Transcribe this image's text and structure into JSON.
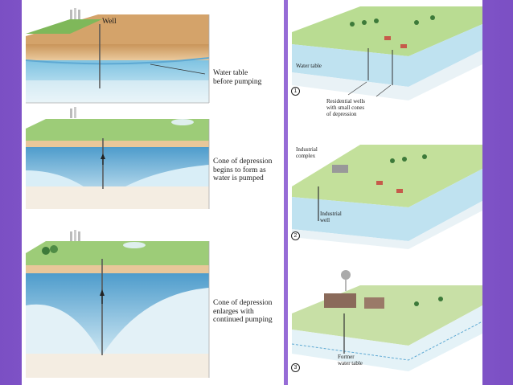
{
  "left": {
    "well_label": "Well",
    "captions": [
      "Water table\nbefore pumping",
      "Cone of depression\nbegins to form as\nwater is pumped",
      "Cone of depression\nenlarges with\ncontinued pumping"
    ]
  },
  "right": {
    "panel1": {
      "water_table_label": "Water table",
      "wells_label": "Residential wells\nwith small cones\nof depression",
      "number": "1"
    },
    "panel2": {
      "complex_label": "Industrial\ncomplex",
      "well_label": "Industrial\nwell",
      "number": "2"
    },
    "panel3": {
      "former_label": "Former\nwater table",
      "number": "3"
    }
  },
  "colors": {
    "background": "#8a5fd0",
    "grass": "#8cc26a",
    "soil": "#e0b884",
    "water": "#a9d8ea",
    "deep_water": "#5ea9d3",
    "sediment": "#eadcc6"
  }
}
